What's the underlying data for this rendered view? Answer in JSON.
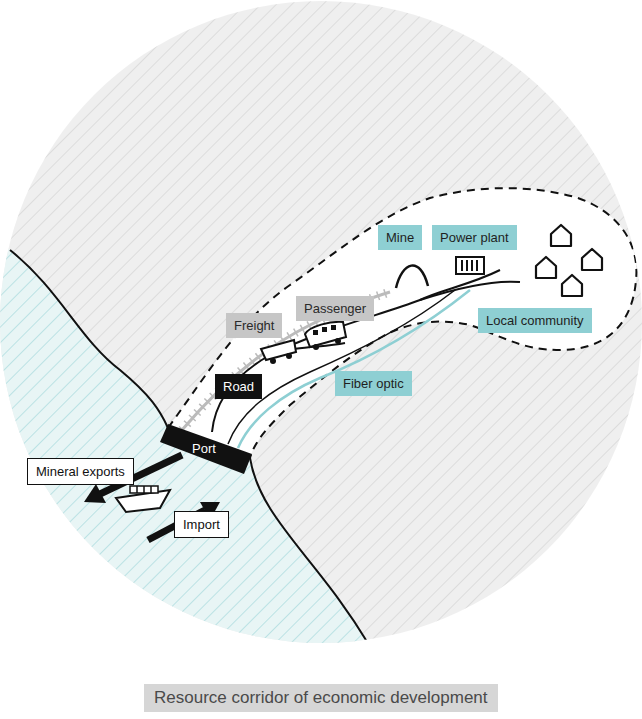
{
  "diagram": {
    "caption": "Resource corridor of economic development",
    "nodes": [
      {
        "text": [
          "Mine"
        ]
      },
      {
        "text": [
          "Power plant"
        ]
      },
      {
        "text": [
          "Passenger"
        ]
      },
      {
        "text": [
          "Freight"
        ]
      },
      {
        "text": [
          "Local community"
        ]
      },
      {
        "text": [
          "Road"
        ]
      },
      {
        "text": [
          "Fiber optic"
        ]
      },
      {
        "text": [
          "Port"
        ]
      },
      {
        "text": [
          "Mineral exports"
        ]
      },
      {
        "text": [
          "Import"
        ]
      }
    ]
  }
}
